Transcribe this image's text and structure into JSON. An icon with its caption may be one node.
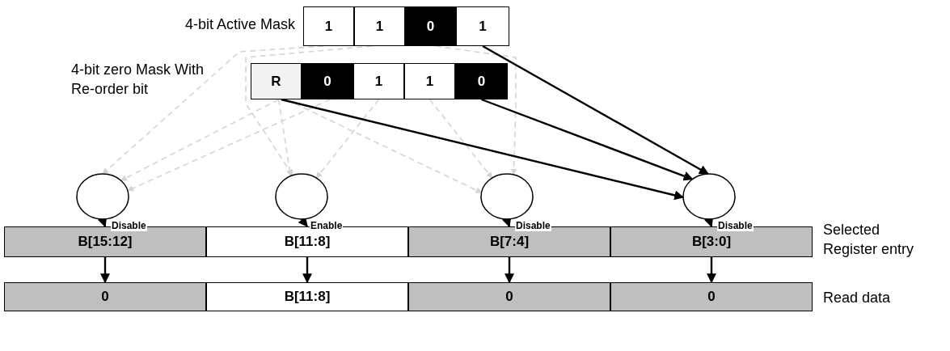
{
  "diagram": {
    "nodes": [
      {
        "text": [
          "1"
        ]
      },
      {
        "text": [
          "1"
        ]
      },
      {
        "text": [
          "0"
        ]
      },
      {
        "text": [
          "1"
        ]
      },
      {
        "text": [
          "R"
        ]
      },
      {
        "text": [
          "0"
        ]
      },
      {
        "text": [
          "1"
        ]
      },
      {
        "text": [
          "1"
        ]
      },
      {
        "text": [
          "0"
        ]
      },
      {
        "text": [],
        "shape": "circle"
      },
      {
        "text": [],
        "shape": "circle"
      },
      {
        "text": [],
        "shape": "circle"
      },
      {
        "text": [],
        "shape": "circle"
      },
      {
        "text": [
          "B[15:12]"
        ]
      },
      {
        "text": [
          "B[11:8]"
        ]
      },
      {
        "text": [
          "B[7:4]"
        ]
      },
      {
        "text": [
          "B[3:0]"
        ]
      },
      {
        "text": [
          "0"
        ]
      },
      {
        "text": [
          "B[11:8]"
        ]
      },
      {
        "text": [
          "0"
        ]
      },
      {
        "text": [
          "0"
        ]
      }
    ],
    "edges": [
      {
        "from": 0,
        "to": 9,
        "arrow": "to",
        "style": "dashed",
        "color": "#d4d4d4"
      },
      {
        "from": 4,
        "to": 9,
        "arrow": "to",
        "style": "dashed",
        "color": "#d4d4d4"
      },
      {
        "from": 5,
        "to": 9,
        "arrow": "to",
        "style": "dashed",
        "color": "#d4d4d4"
      },
      {
        "from": 4,
        "to": 10,
        "arrow": "to",
        "style": "dashed",
        "color": "#d4d4d4"
      },
      {
        "from": 1,
        "to": 10,
        "arrow": "to",
        "style": "dashed",
        "color": "#d4d4d4"
      },
      {
        "from": 6,
        "to": 10,
        "arrow": "to",
        "style": "dashed",
        "color": "#d4d4d4"
      },
      {
        "from": 7,
        "to": 11,
        "arrow": "to",
        "style": "dashed",
        "color": "#d4d4d4"
      },
      {
        "from": 2,
        "to": 11,
        "arrow": "to",
        "style": "dashed",
        "color": "#d4d4d4"
      },
      {
        "from": 4,
        "to": 11,
        "arrow": "to",
        "style": "dashed",
        "color": "#d4d4d4"
      },
      {
        "from": 3,
        "to": 12,
        "arrow": "to"
      },
      {
        "from": 8,
        "to": 12,
        "arrow": "to"
      },
      {
        "from": 4,
        "to": 12,
        "arrow": "to"
      },
      {
        "from": 9,
        "to": 13,
        "arrow": "to",
        "label": "Disable"
      },
      {
        "from": 10,
        "to": 14,
        "arrow": "to",
        "label": "Enable"
      },
      {
        "from": 11,
        "to": 15,
        "arrow": "to",
        "label": "Disable"
      },
      {
        "from": 12,
        "to": 16,
        "arrow": "to",
        "label": "Disable"
      },
      {
        "from": 13,
        "to": 17,
        "arrow": "to"
      },
      {
        "from": 14,
        "to": 18,
        "arrow": "to"
      },
      {
        "from": 15,
        "to": 19,
        "arrow": "to"
      },
      {
        "from": 16,
        "to": 20,
        "arrow": "to"
      }
    ],
    "labels": [
      "4-bit Active Mask",
      "4-bit zero Mask With Re-order bit",
      "Selected Register entry",
      "Read data"
    ]
  }
}
